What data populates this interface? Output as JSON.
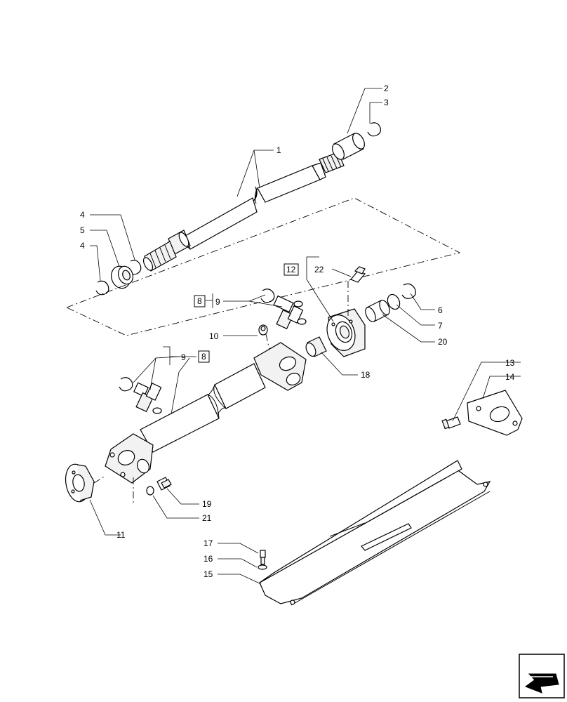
{
  "callouts": {
    "c1": "1",
    "c2": "2",
    "c3": "3",
    "c4a": "4",
    "c5": "5",
    "c4b": "4",
    "c12": "12",
    "c22": "22",
    "c8a": "8",
    "c9a": "9",
    "c6": "6",
    "c7": "7",
    "c20": "20",
    "c10": "10",
    "c18": "18",
    "c9b": "9",
    "c8b": "8",
    "c13": "13",
    "c14": "14",
    "c19": "19",
    "c21": "21",
    "c11": "11",
    "c17": "17",
    "c16": "16",
    "c15": "15"
  },
  "nav_icon": "arrow-icon"
}
